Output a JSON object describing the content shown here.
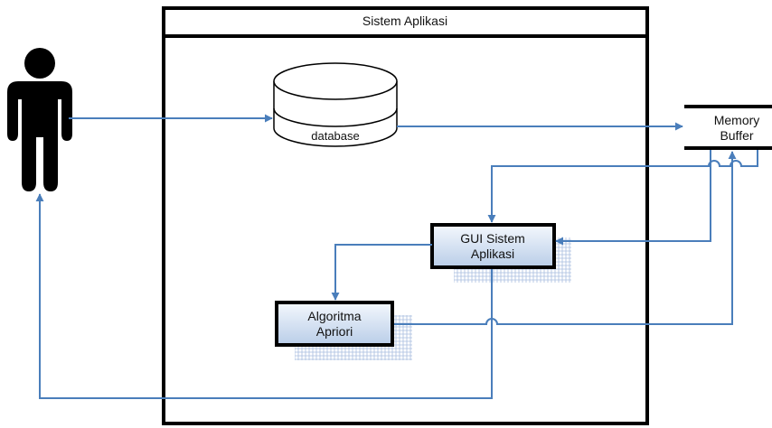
{
  "system_title": "Sistem Aplikasi",
  "database_label": "database",
  "memory_buffer": {
    "line1": "Memory",
    "line2": "Buffer"
  },
  "gui_box": {
    "line1": "GUI Sistem",
    "line2": "Aplikasi"
  },
  "algo_box": {
    "line1": "Algoritma",
    "line2": "Apriori"
  },
  "colors": {
    "arrow": "#4a7ebb",
    "stroke": "#000000",
    "box_fill_top": "#f4f8fd",
    "box_fill_bottom": "#b9cde8",
    "shadow_hatch": "#a9bde0"
  }
}
